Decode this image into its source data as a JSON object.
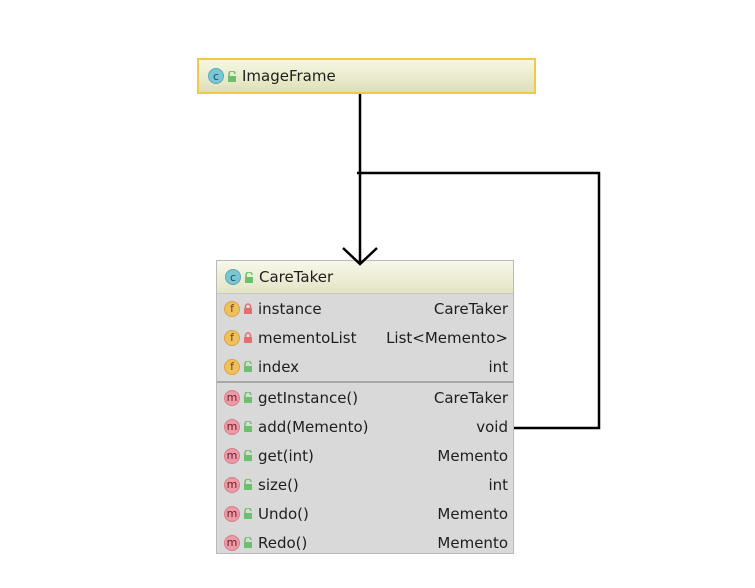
{
  "top_class": {
    "name": "ImageFrame",
    "kind_badge": "c",
    "icon": "class-icon",
    "visibility_icon": "public-lock-open-icon"
  },
  "class": {
    "name": "CareTaker",
    "kind_badge": "c",
    "fields": [
      {
        "badge": "f",
        "visibility": "private",
        "name": "instance",
        "type": "CareTaker",
        "static": true
      },
      {
        "badge": "f",
        "visibility": "private",
        "name": "mementoList",
        "type": "List<Memento>",
        "static": false
      },
      {
        "badge": "f",
        "visibility": "public",
        "name": "index",
        "type": "int",
        "static": false
      }
    ],
    "methods": [
      {
        "badge": "m",
        "visibility": "public",
        "name": "getInstance()",
        "type": "CareTaker",
        "static": true
      },
      {
        "badge": "m",
        "visibility": "public",
        "name": "add(Memento)",
        "type": "void",
        "static": false
      },
      {
        "badge": "m",
        "visibility": "public",
        "name": "get(int)",
        "type": "Memento",
        "static": false
      },
      {
        "badge": "m",
        "visibility": "public",
        "name": "size()",
        "type": "int",
        "static": false
      },
      {
        "badge": "m",
        "visibility": "public",
        "name": "Undo()",
        "type": "Memento",
        "static": false
      },
      {
        "badge": "m",
        "visibility": "public",
        "name": "Redo()",
        "type": "Memento",
        "static": false
      }
    ]
  },
  "colors": {
    "connector": "#000000",
    "selected_border": "#f0c84a",
    "private_lock": "#e07070",
    "public_lock": "#6cbf6c"
  }
}
